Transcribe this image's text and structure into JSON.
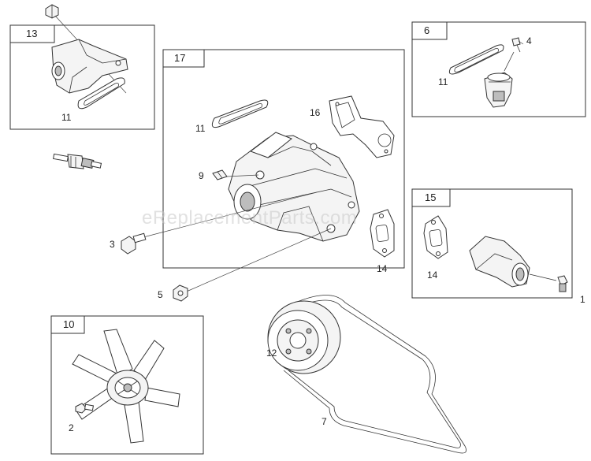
{
  "watermark": "eReplacementParts.com",
  "groups": [
    {
      "id": "13",
      "label": "13"
    },
    {
      "id": "17",
      "label": "17"
    },
    {
      "id": "6",
      "label": "6"
    },
    {
      "id": "15",
      "label": "15"
    },
    {
      "id": "10",
      "label": "10"
    }
  ],
  "callouts": {
    "c11a": "11",
    "c11b": "11",
    "c11c": "11",
    "c16": "16",
    "c4": "4",
    "c9": "9",
    "c3": "3",
    "c5": "5",
    "c14a": "14",
    "c14b": "14",
    "c1": "1",
    "c12": "12",
    "c7": "7",
    "c2": "2"
  }
}
